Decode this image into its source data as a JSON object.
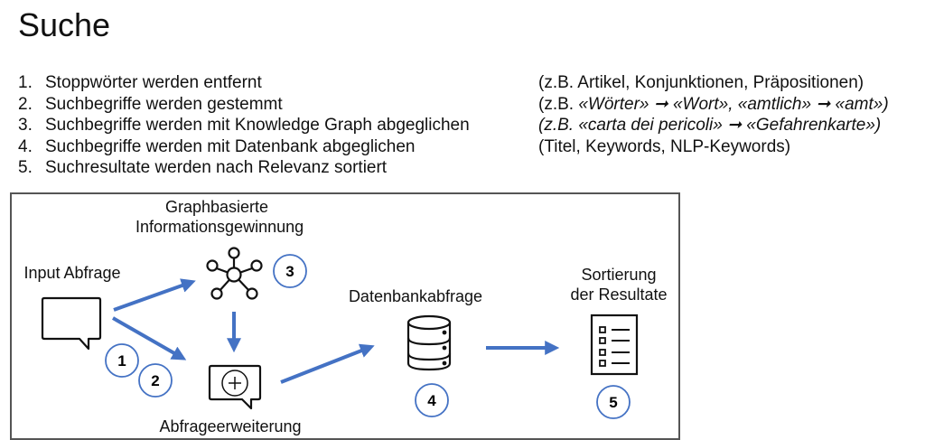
{
  "title": "Suche",
  "steps": [
    {
      "num": "1.",
      "text": "Stoppwörter werden entfernt"
    },
    {
      "num": "2.",
      "text": "Suchbegriffe werden gestemmt"
    },
    {
      "num": "3.",
      "text": "Suchbegriffe werden mit Knowledge Graph abgeglichen"
    },
    {
      "num": "4.",
      "text": "Suchbegriffe werden mit Datenbank abgeglichen"
    },
    {
      "num": "5.",
      "text": "Suchresultate werden nach Relevanz sortiert"
    }
  ],
  "notes": {
    "n1": "(z.B. Artikel, Konjunktionen, Präpositionen)",
    "n2_prefix": "(z.B. ",
    "n2_italic": "«Wörter» ➞ «Wort», «amtlich» ➞ «amt»)",
    "n3_italic": "(z.B. «carta dei pericoli» ➞ «",
    "n3_italic2": "Gefahrenkarte",
    "n3_end": "»)",
    "n4": "(Titel, Keywords, NLP-Keywords)"
  },
  "diagram": {
    "input_label": "Input Abfrage",
    "graph_label_line1": "Graphbasierte",
    "graph_label_line2": "Informationsgewinnung",
    "expansion_label": "Abfrageerweiterung",
    "db_label": "Datenbankabfrage",
    "sort_label_line1": "Sortierung",
    "sort_label_line2": "der Resultate",
    "badges": [
      "1",
      "2",
      "3",
      "4",
      "5"
    ],
    "accent_color": "#4472C4",
    "icons": [
      "speech-bubble-icon",
      "network-graph-icon",
      "speech-bubble-plus-icon",
      "database-icon",
      "checklist-icon"
    ]
  }
}
